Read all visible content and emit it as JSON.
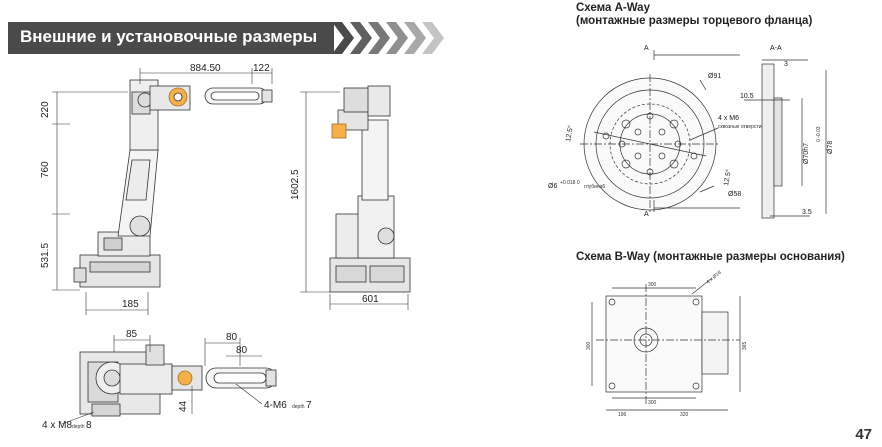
{
  "section_title": "Внешние и установочные размеры",
  "page_number": "47",
  "scheme_a": {
    "title_line1": "Схема A-Way",
    "title_line2": "(монтажные размеры торцевого фланца)",
    "section_label_a": "A",
    "section_label_a2": "A",
    "section_label_aa": "A-A",
    "d91": "Ø91",
    "d58": "Ø58",
    "angle_left": "12.5°",
    "angle_right": "12.5°",
    "holes": "4 x M6",
    "holes_note": "сквозные отверстия",
    "d6": "Ø6",
    "d6_tol": "+0.018 0",
    "d6_note": "глубина6",
    "dim_3": "3",
    "dim_10_5": "10.5",
    "dim_d70": "Ø70h7",
    "dim_d70_tol": "0 -0.03",
    "dim_d78": "Ø78",
    "dim_3_5": "3.5"
  },
  "scheme_b": {
    "title": "Схема B-Way (монтажные размеры основания)",
    "dim_300_top": "300",
    "dim_300_bottom": "300",
    "dim_300_left": "300",
    "dim_365": "365",
    "dim_196": "196",
    "dim_320": "320",
    "hole_note": "4 x Ø18"
  },
  "side_view": {
    "dim_884_5": "884.50",
    "dim_122": "122",
    "dim_220": "220",
    "dim_760": "760",
    "dim_531_5": "531.5",
    "dim_185": "185"
  },
  "front_view": {
    "dim_1602_5": "1602.5",
    "dim_601": "601"
  },
  "top_view": {
    "dim_85": "85",
    "dim_80_a": "80",
    "dim_80_b": "80",
    "dim_44": "44",
    "m8_label": "4 x M8",
    "m8_depth": "depth",
    "m8_depth_val": "8",
    "m6_label": "4-M6",
    "m6_depth": "depth",
    "m6_depth_val": "7"
  }
}
